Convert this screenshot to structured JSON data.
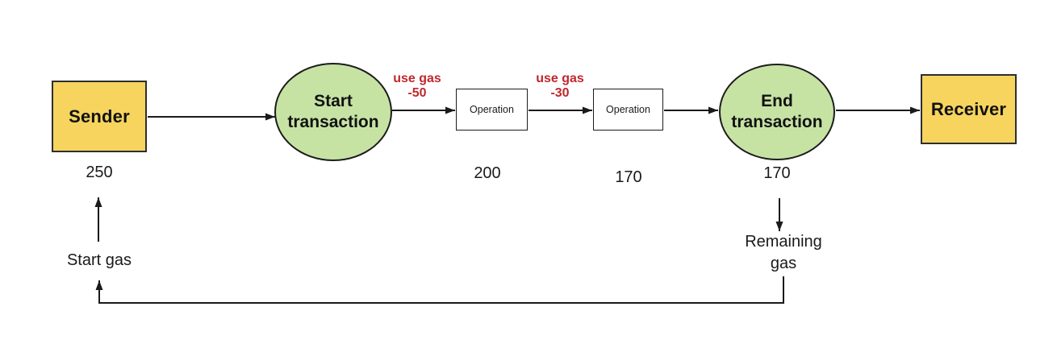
{
  "diagram": {
    "title": "transaction-gas-flow",
    "colors": {
      "node_yellow": "#F6D45E",
      "node_green": "#C6E3A4",
      "operation_white": "#ffffff",
      "border_dark": "#2e2e2e",
      "line_black": "#1a1a1a",
      "red_annotation": "#C0272D",
      "background": "#ffffff"
    },
    "nodes": {
      "sender": {
        "label": "Sender",
        "value": "250"
      },
      "start_transaction": {
        "line1": "Start",
        "line2": "transaction"
      },
      "operation1": {
        "label": "Operation",
        "value": "200"
      },
      "operation2": {
        "label": "Operation",
        "value": "170"
      },
      "end_transaction": {
        "line1": "End",
        "line2": "transaction",
        "value": "170"
      },
      "receiver": {
        "label": "Receiver"
      }
    },
    "edge_annotations": {
      "use_gas_1": {
        "line1": "use gas",
        "line2": "-50"
      },
      "use_gas_2": {
        "line1": "use gas",
        "line2": "-30"
      }
    },
    "annotations": {
      "start_gas": "Start gas",
      "remaining_gas_line1": "Remaining",
      "remaining_gas_line2": "gas"
    }
  }
}
